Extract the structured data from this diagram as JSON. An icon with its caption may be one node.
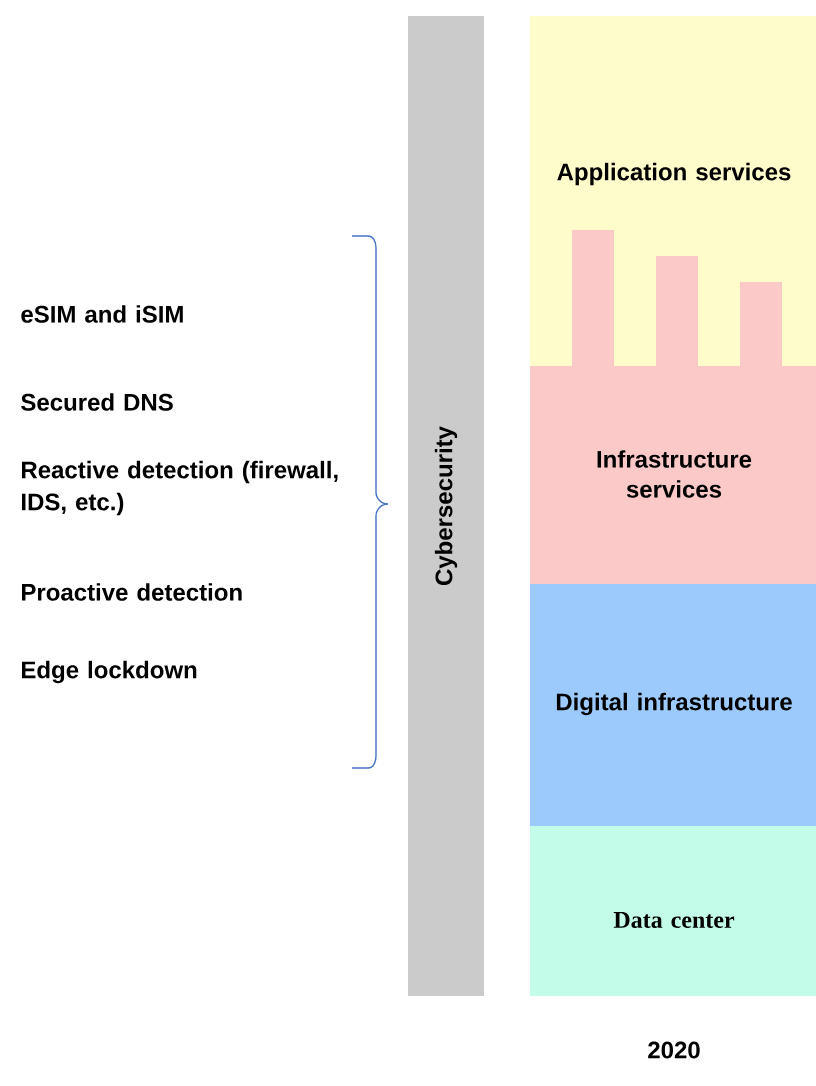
{
  "diagram": {
    "nodes": [
      {
        "text": [
          "Cybersecurity"
        ]
      },
      {
        "text": [
          "Application services"
        ]
      },
      {
        "text": [
          "Infrastructure services"
        ]
      },
      {
        "text": [
          "Digital infrastructure"
        ]
      },
      {
        "text": [
          "Data center"
        ]
      }
    ],
    "edges": [],
    "labels": [
      "eSIM and iSIM",
      "Secured DNS",
      "Reactive detection (firewall, IDS, etc.)",
      "Proactive detection",
      "Edge lockdown",
      "2020"
    ]
  }
}
